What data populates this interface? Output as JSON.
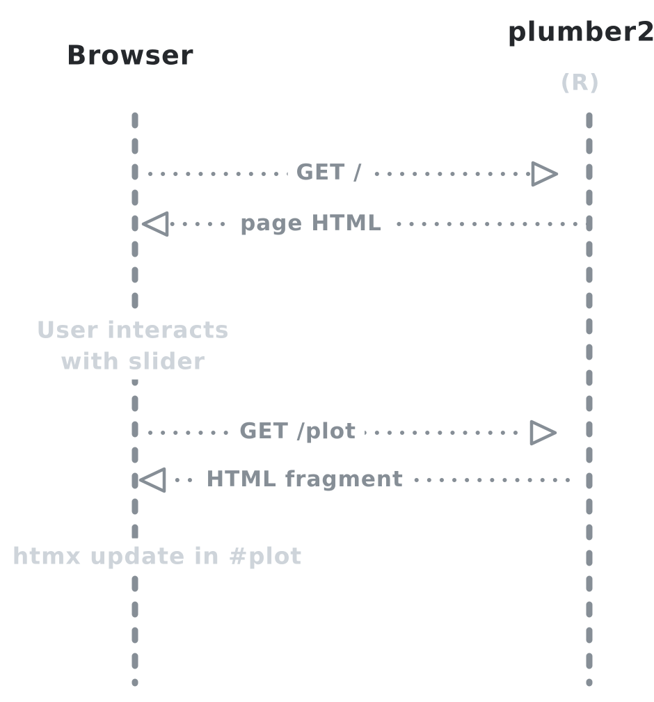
{
  "diagram": {
    "type": "sequence",
    "style": "hand-drawn",
    "colors": {
      "actor_text": "#25282c",
      "line_and_message_text": "#868e96",
      "note_text": "#ced4da",
      "background": "#ffffff"
    },
    "actors": [
      {
        "name": "Browser",
        "subtitle": ""
      },
      {
        "name": "plumber2",
        "subtitle": "(R)"
      }
    ],
    "messages": [
      {
        "label": "GET /",
        "from": "Browser",
        "to": "plumber2",
        "direction": "right",
        "line_style": "dotted"
      },
      {
        "label": "page HTML",
        "from": "plumber2",
        "to": "Browser",
        "direction": "left",
        "line_style": "dotted"
      },
      {
        "label": "GET /plot",
        "from": "Browser",
        "to": "plumber2",
        "direction": "right",
        "line_style": "dotted"
      },
      {
        "label": "HTML fragment",
        "from": "plumber2",
        "to": "Browser",
        "direction": "left",
        "line_style": "dotted"
      }
    ],
    "notes": [
      {
        "text": "User interacts\nwith slider",
        "attached_to": "Browser"
      },
      {
        "text": "htmx update in #plot",
        "attached_to": "Browser"
      }
    ]
  }
}
